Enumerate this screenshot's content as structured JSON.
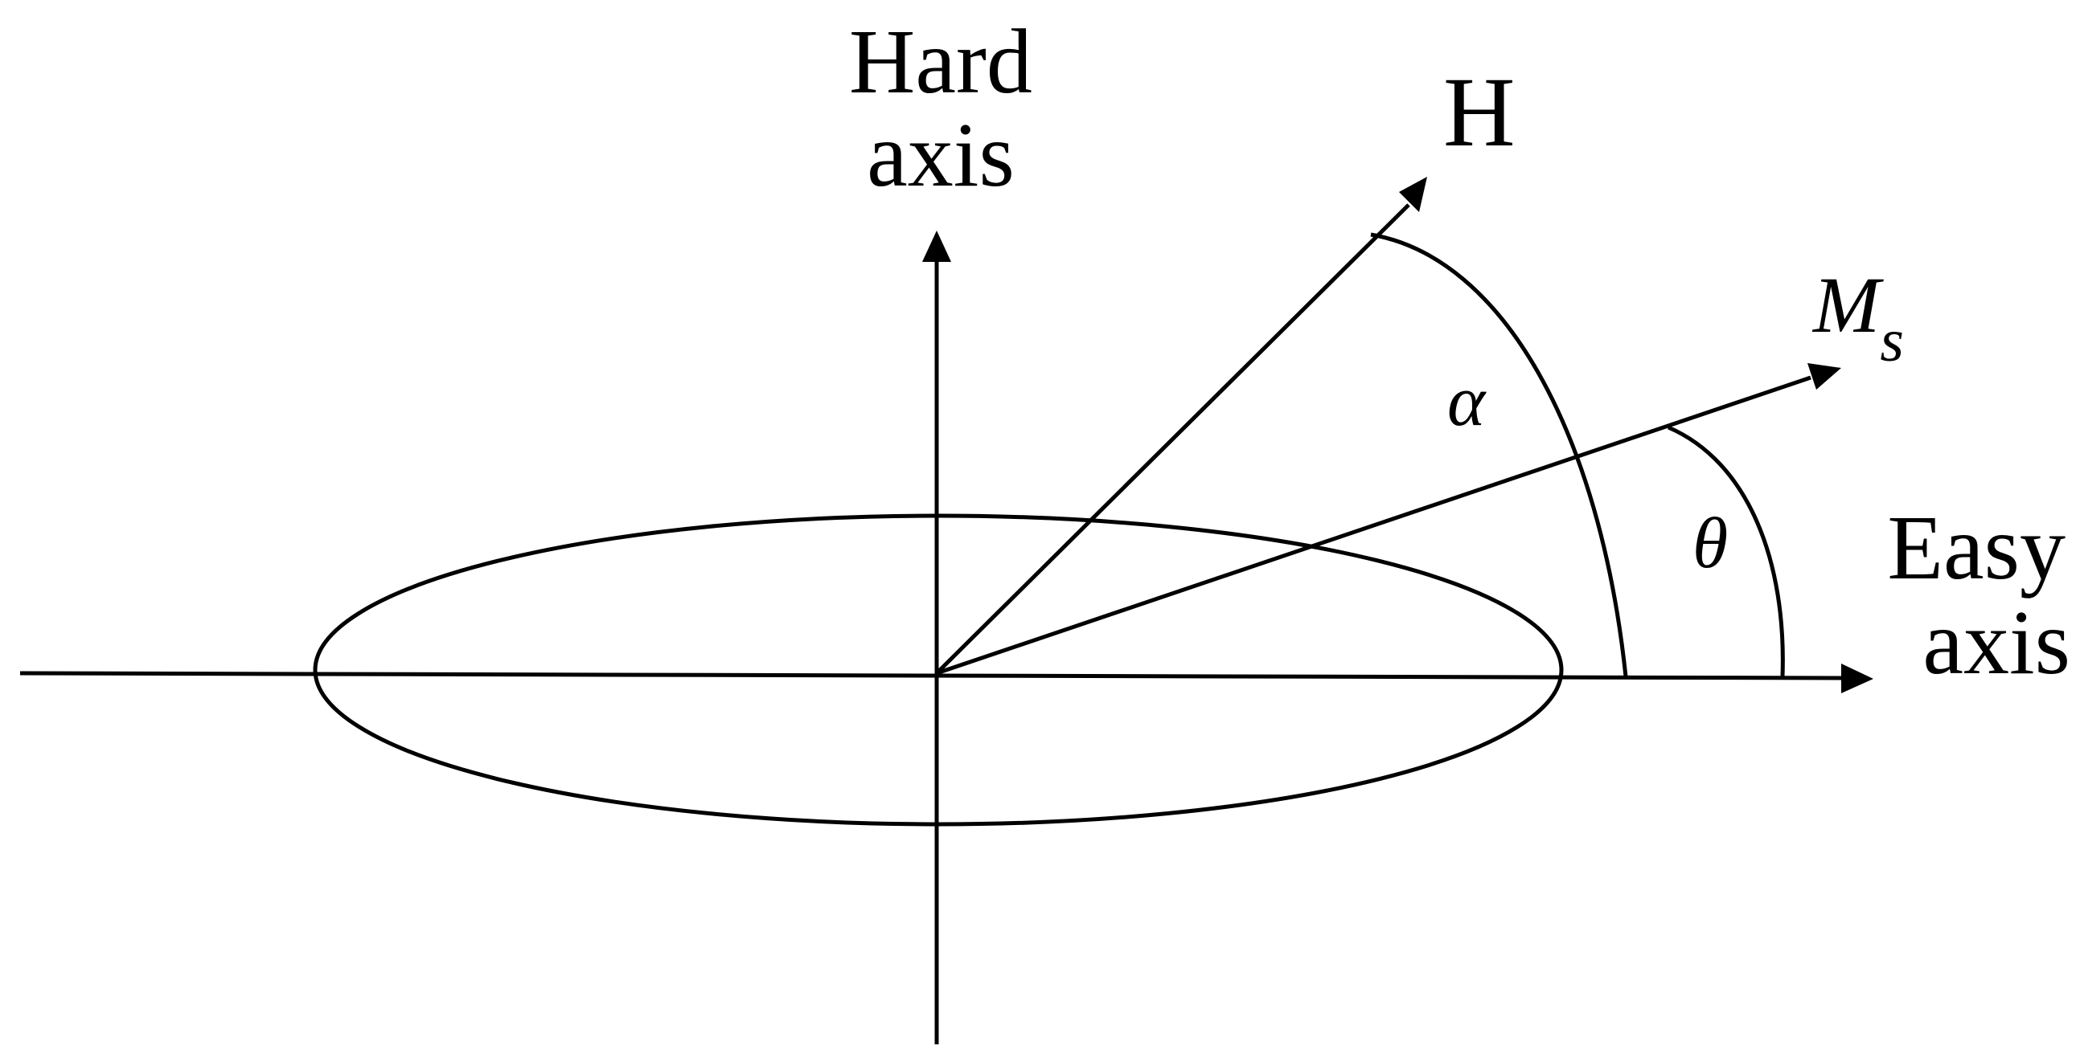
{
  "diagram": {
    "hard_axis_label": [
      "Hard",
      "axis"
    ],
    "easy_axis_label": [
      "Easy",
      "axis"
    ],
    "field_label": "H",
    "magnetization_label": "M",
    "magnetization_subscript": "s",
    "alpha_label": "α",
    "theta_label": "θ",
    "colors": {
      "stroke": "#000000",
      "background": "#ffffff"
    }
  }
}
